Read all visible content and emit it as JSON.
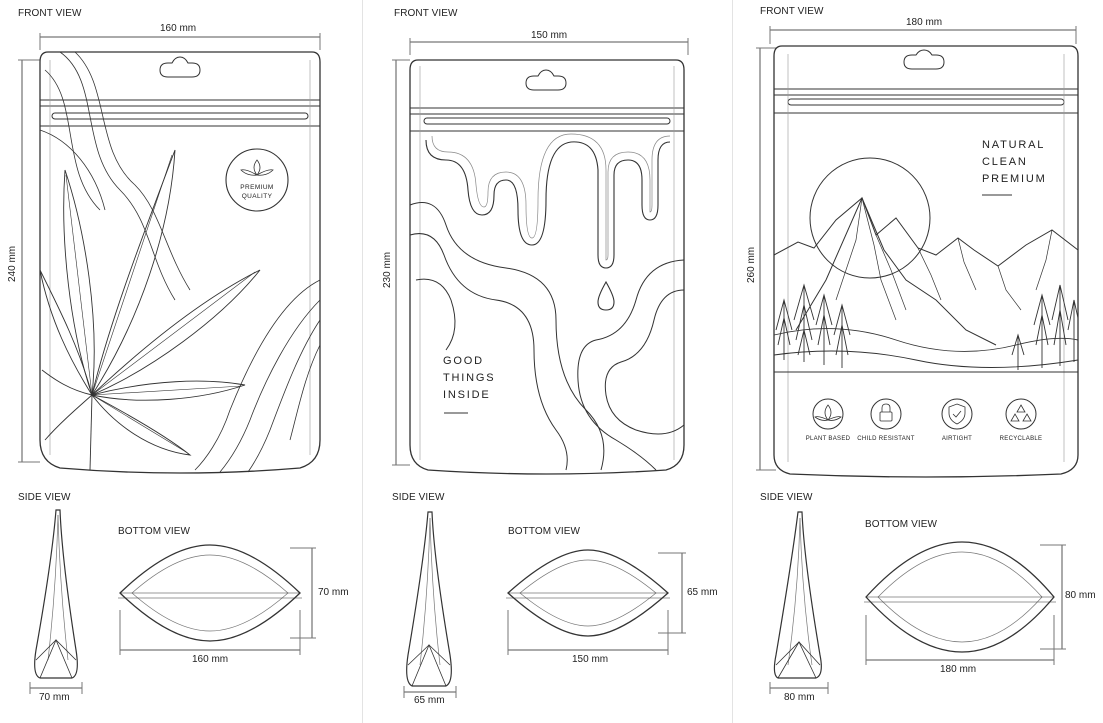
{
  "labels": {
    "front": "FRONT VIEW",
    "side": "SIDE VIEW",
    "bottom": "BOTTOM VIEW"
  },
  "bags": [
    {
      "width": "160 mm",
      "height": "240 mm",
      "gusset": "70 mm",
      "bottom_width": "160 mm",
      "badge": [
        "PREMIUM",
        "QUALITY"
      ]
    },
    {
      "width": "150 mm",
      "height": "230 mm",
      "gusset": "65 mm",
      "bottom_width": "150 mm",
      "tagline": [
        "GOOD",
        "THINGS",
        "INSIDE"
      ]
    },
    {
      "width": "180 mm",
      "height": "260 mm",
      "gusset": "80 mm",
      "bottom_width": "180 mm",
      "tagline": [
        "NATURAL",
        "CLEAN",
        "PREMIUM"
      ],
      "features": [
        "PLANT BASED",
        "CHILD RESISTANT",
        "AIRTIGHT",
        "RECYCLABLE"
      ]
    }
  ]
}
